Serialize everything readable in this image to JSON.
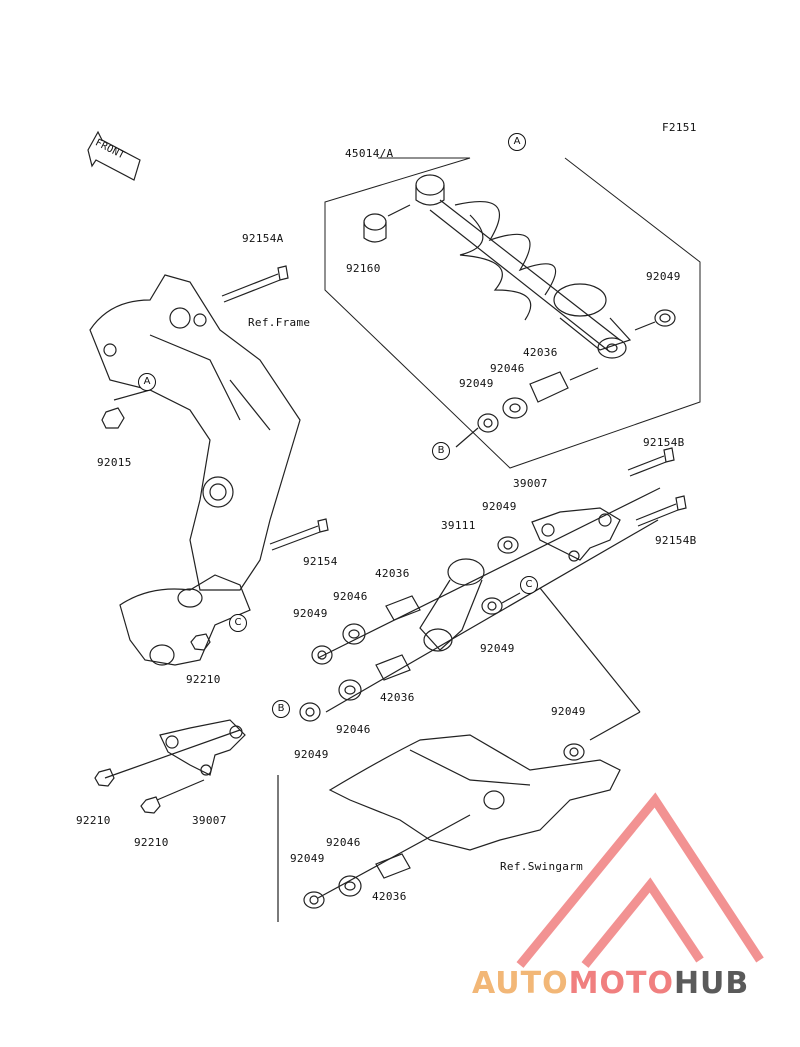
{
  "figure_code": "F2151",
  "front_label": "FRONT",
  "refs": {
    "frame": "Ref.Frame",
    "swingarm": "Ref.Swingarm"
  },
  "callouts": {
    "a": "A",
    "b": "B",
    "c": "C"
  },
  "parts": {
    "shock_assy": "45014/A",
    "collar_92160": "92160",
    "seal_92049": "92049",
    "bearing_92046": "92046",
    "sleeve_42036": "42036",
    "bolt_92154a": "92154A",
    "bolt_92154b": "92154B",
    "bolt_92154": "92154",
    "nut_92015": "92015",
    "nut_92210": "92210",
    "rod_39007": "39007",
    "arm_39111": "39111"
  },
  "watermark": {
    "part1": "AUTO",
    "part2": "MOTO",
    "part3": "HUB"
  },
  "colors": {
    "line": "#222222",
    "watermark_orange": "#f2b777",
    "watermark_red": "#f07f7f",
    "watermark_grey": "#5a5a5a"
  }
}
